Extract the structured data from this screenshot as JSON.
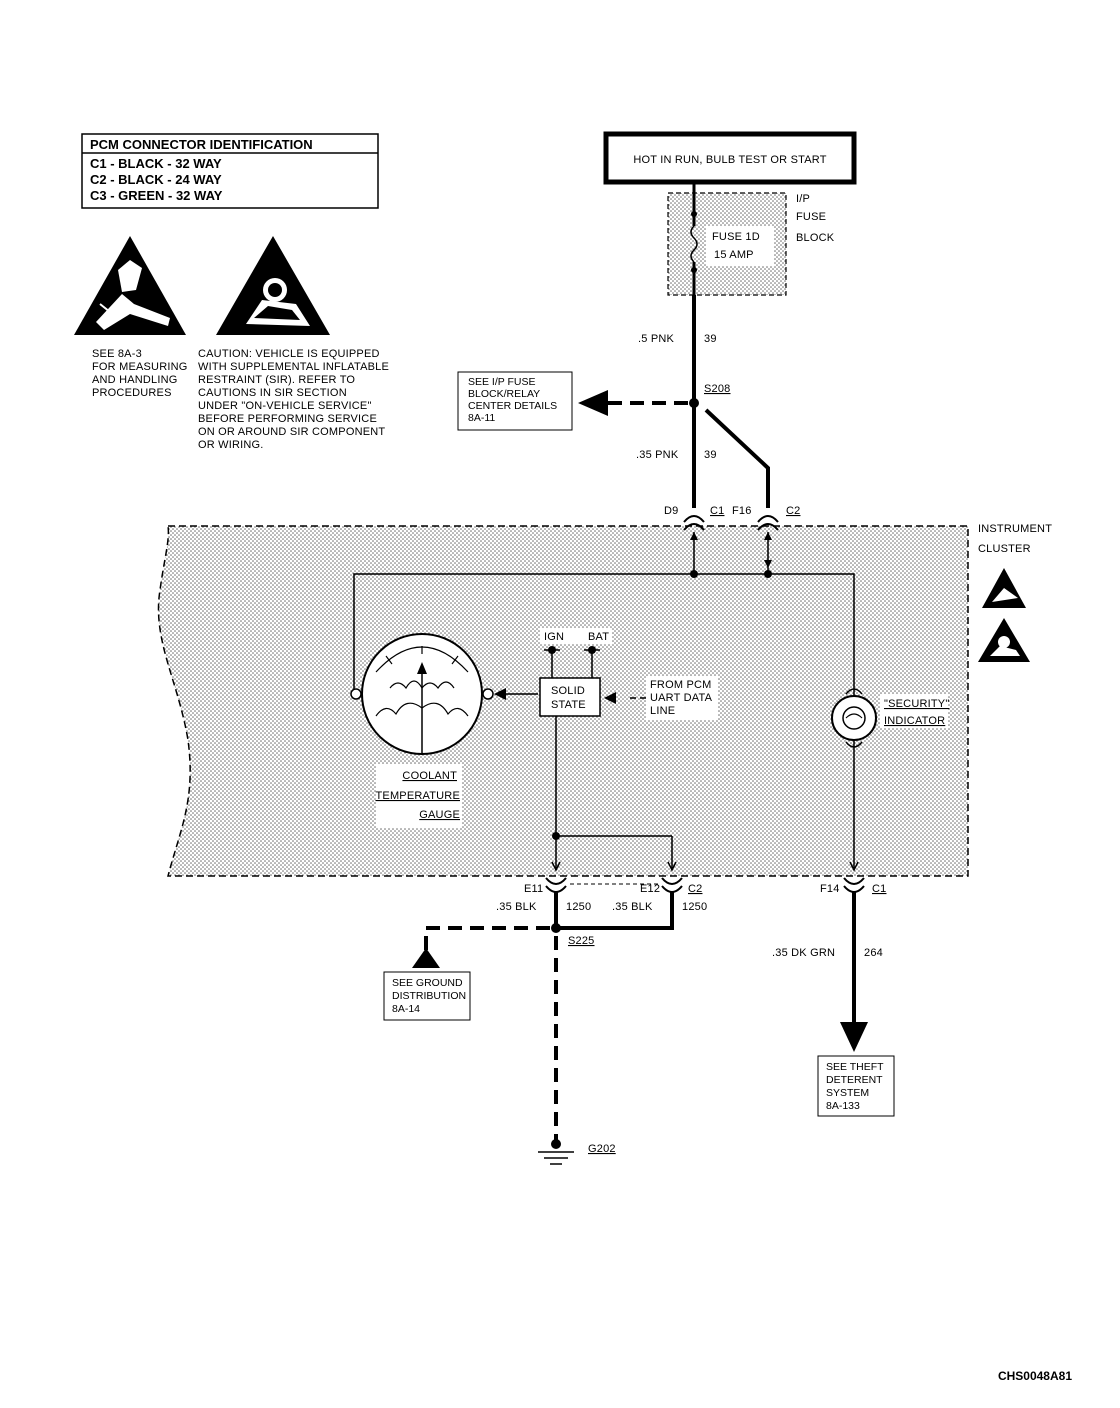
{
  "pcm_connector": {
    "title": "PCM CONNECTOR IDENTIFICATION",
    "rows": [
      "C1 - BLACK - 32 WAY",
      "C2 - BLACK - 24 WAY",
      "C3 - GREEN - 32 WAY"
    ]
  },
  "esd_note": [
    "SEE 8A-3",
    "FOR MEASURING",
    "AND HANDLING",
    "PROCEDURES"
  ],
  "sir_caution": [
    "CAUTION: VEHICLE IS EQUIPPED",
    "WITH SUPPLEMENTAL INFLATABLE",
    "RESTRAINT (SIR). REFER TO",
    "CAUTIONS IN SIR SECTION",
    "UNDER \"ON-VEHICLE SERVICE\"",
    "BEFORE PERFORMING SERVICE",
    "ON OR AROUND SIR COMPONENT",
    "OR WIRING."
  ],
  "power_source": "HOT IN RUN, BULB TEST OR START",
  "fuse_block": {
    "label": [
      "I/P",
      "FUSE",
      "BLOCK"
    ],
    "fuse": "FUSE 1D",
    "amp": "15 AMP"
  },
  "wires": {
    "w1_gauge": ".5 PNK",
    "w1_circuit": "39",
    "w2_gauge": ".35 PNK",
    "w2_circuit": "39",
    "w3_gauge": ".35 BLK",
    "w3_circuit": "1250",
    "w4_gauge": ".35 BLK",
    "w4_circuit": "1250",
    "w5_gauge": ".35 DK GRN",
    "w5_circuit": "264"
  },
  "splices": {
    "s208": "S208",
    "s225": "S225"
  },
  "ground": "G202",
  "refs": {
    "relay_center": [
      "SEE I/P FUSE",
      "BLOCK/RELAY",
      "CENTER DETAILS",
      "8A-11"
    ],
    "ground_dist": [
      "SEE GROUND",
      "DISTRIBUTION",
      "8A-14"
    ],
    "theft": [
      "SEE THEFT",
      "DETERENT",
      "SYSTEM",
      "8A-133"
    ]
  },
  "connectors": {
    "d9": "D9",
    "c1_top": "C1",
    "f16": "F16",
    "c2_top": "C2",
    "e11": "E11",
    "e12": "E12",
    "c2_bot": "C2",
    "f14": "F14",
    "c1_bot": "C1"
  },
  "cluster": {
    "label": [
      "INSTRUMENT",
      "CLUSTER"
    ],
    "ign": "IGN",
    "bat": "BAT",
    "solid_state": [
      "SOLID",
      "STATE"
    ],
    "pcm_data": [
      "FROM PCM",
      "UART DATA",
      "LINE"
    ],
    "gauge": [
      "COOLANT",
      "TEMPERATURE",
      "GAUGE"
    ],
    "security": [
      "\"SECURITY\"",
      "INDICATOR"
    ]
  },
  "figure_code": "CHS0048A81"
}
